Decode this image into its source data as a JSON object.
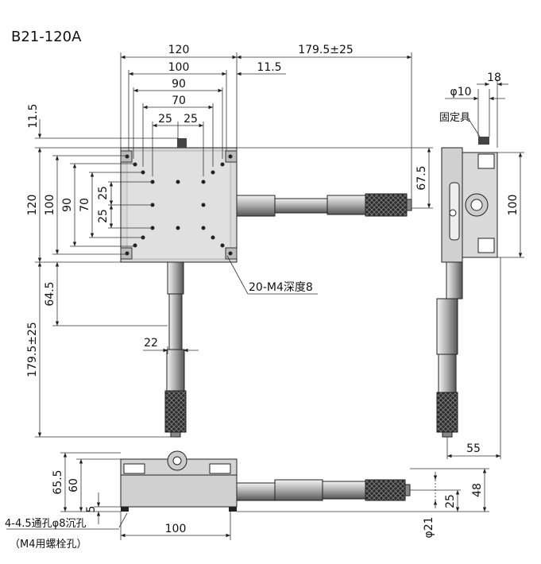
{
  "title": "B21-120A",
  "top_view": {
    "width_120": "120",
    "travel": "179.5±25",
    "pitch_100": "100",
    "offset_11_5": "11.5",
    "pitch_90": "90",
    "pitch_70": "70",
    "pitch_25_a": "25",
    "pitch_25_b": "25",
    "left_11_5": "11.5",
    "height_120": "120",
    "height_100": "100",
    "height_90": "90",
    "height_70": "70",
    "height_25_a": "25",
    "height_25_b": "25",
    "micrometer_offset_67_5": "67.5",
    "lower_64_5": "64.5",
    "lower_travel": "179.5±25",
    "shaft_22": "22",
    "holes_note": "20-M4深度8"
  },
  "side_view": {
    "phi_10": "φ10",
    "width_18": "18",
    "fixture_label": "固定具",
    "height_100": "100",
    "width_55": "55"
  },
  "front_view": {
    "height_65_5": "65.5",
    "height_60": "60",
    "height_5": "5",
    "base_100": "100",
    "height_48": "48",
    "height_25": "25",
    "phi_21": "φ21",
    "mount_note_1": "4-4.5通孔φ8沉孔",
    "mount_note_2": "（M4用螺栓孔）"
  }
}
